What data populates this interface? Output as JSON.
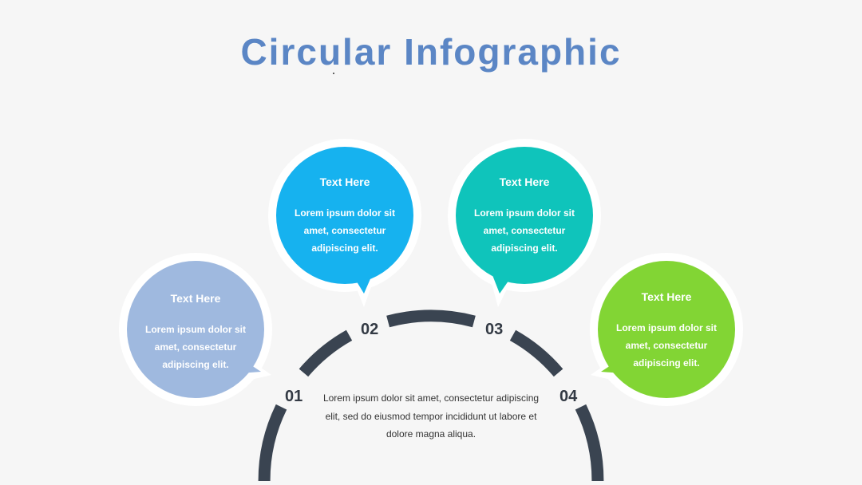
{
  "title": "Circular Infographic",
  "colors": {
    "title": "#5b86c5",
    "arc": "#3a4451",
    "bubble_1": "#9fb9df",
    "bubble_2": "#16b2ef",
    "bubble_3": "#0fc4bb",
    "bubble_4": "#82d534",
    "halo": "#ffffff"
  },
  "steps": [
    {
      "number": "01",
      "heading": "Text Here",
      "body": "Lorem ipsum dolor sit amet, consectetur adipiscing elit."
    },
    {
      "number": "02",
      "heading": "Text Here",
      "body": "Lorem ipsum dolor sit amet, consectetur adipiscing elit."
    },
    {
      "number": "03",
      "heading": "Text Here",
      "body": "Lorem ipsum dolor sit amet, consectetur adipiscing elit."
    },
    {
      "number": "04",
      "heading": "Text Here",
      "body": "Lorem ipsum dolor sit amet, consectetur adipiscing elit."
    }
  ],
  "center_text": "Lorem ipsum dolor sit amet, consectetur adipiscing elit, sed do eiusmod tempor incididunt ut labore et dolore magna aliqua."
}
